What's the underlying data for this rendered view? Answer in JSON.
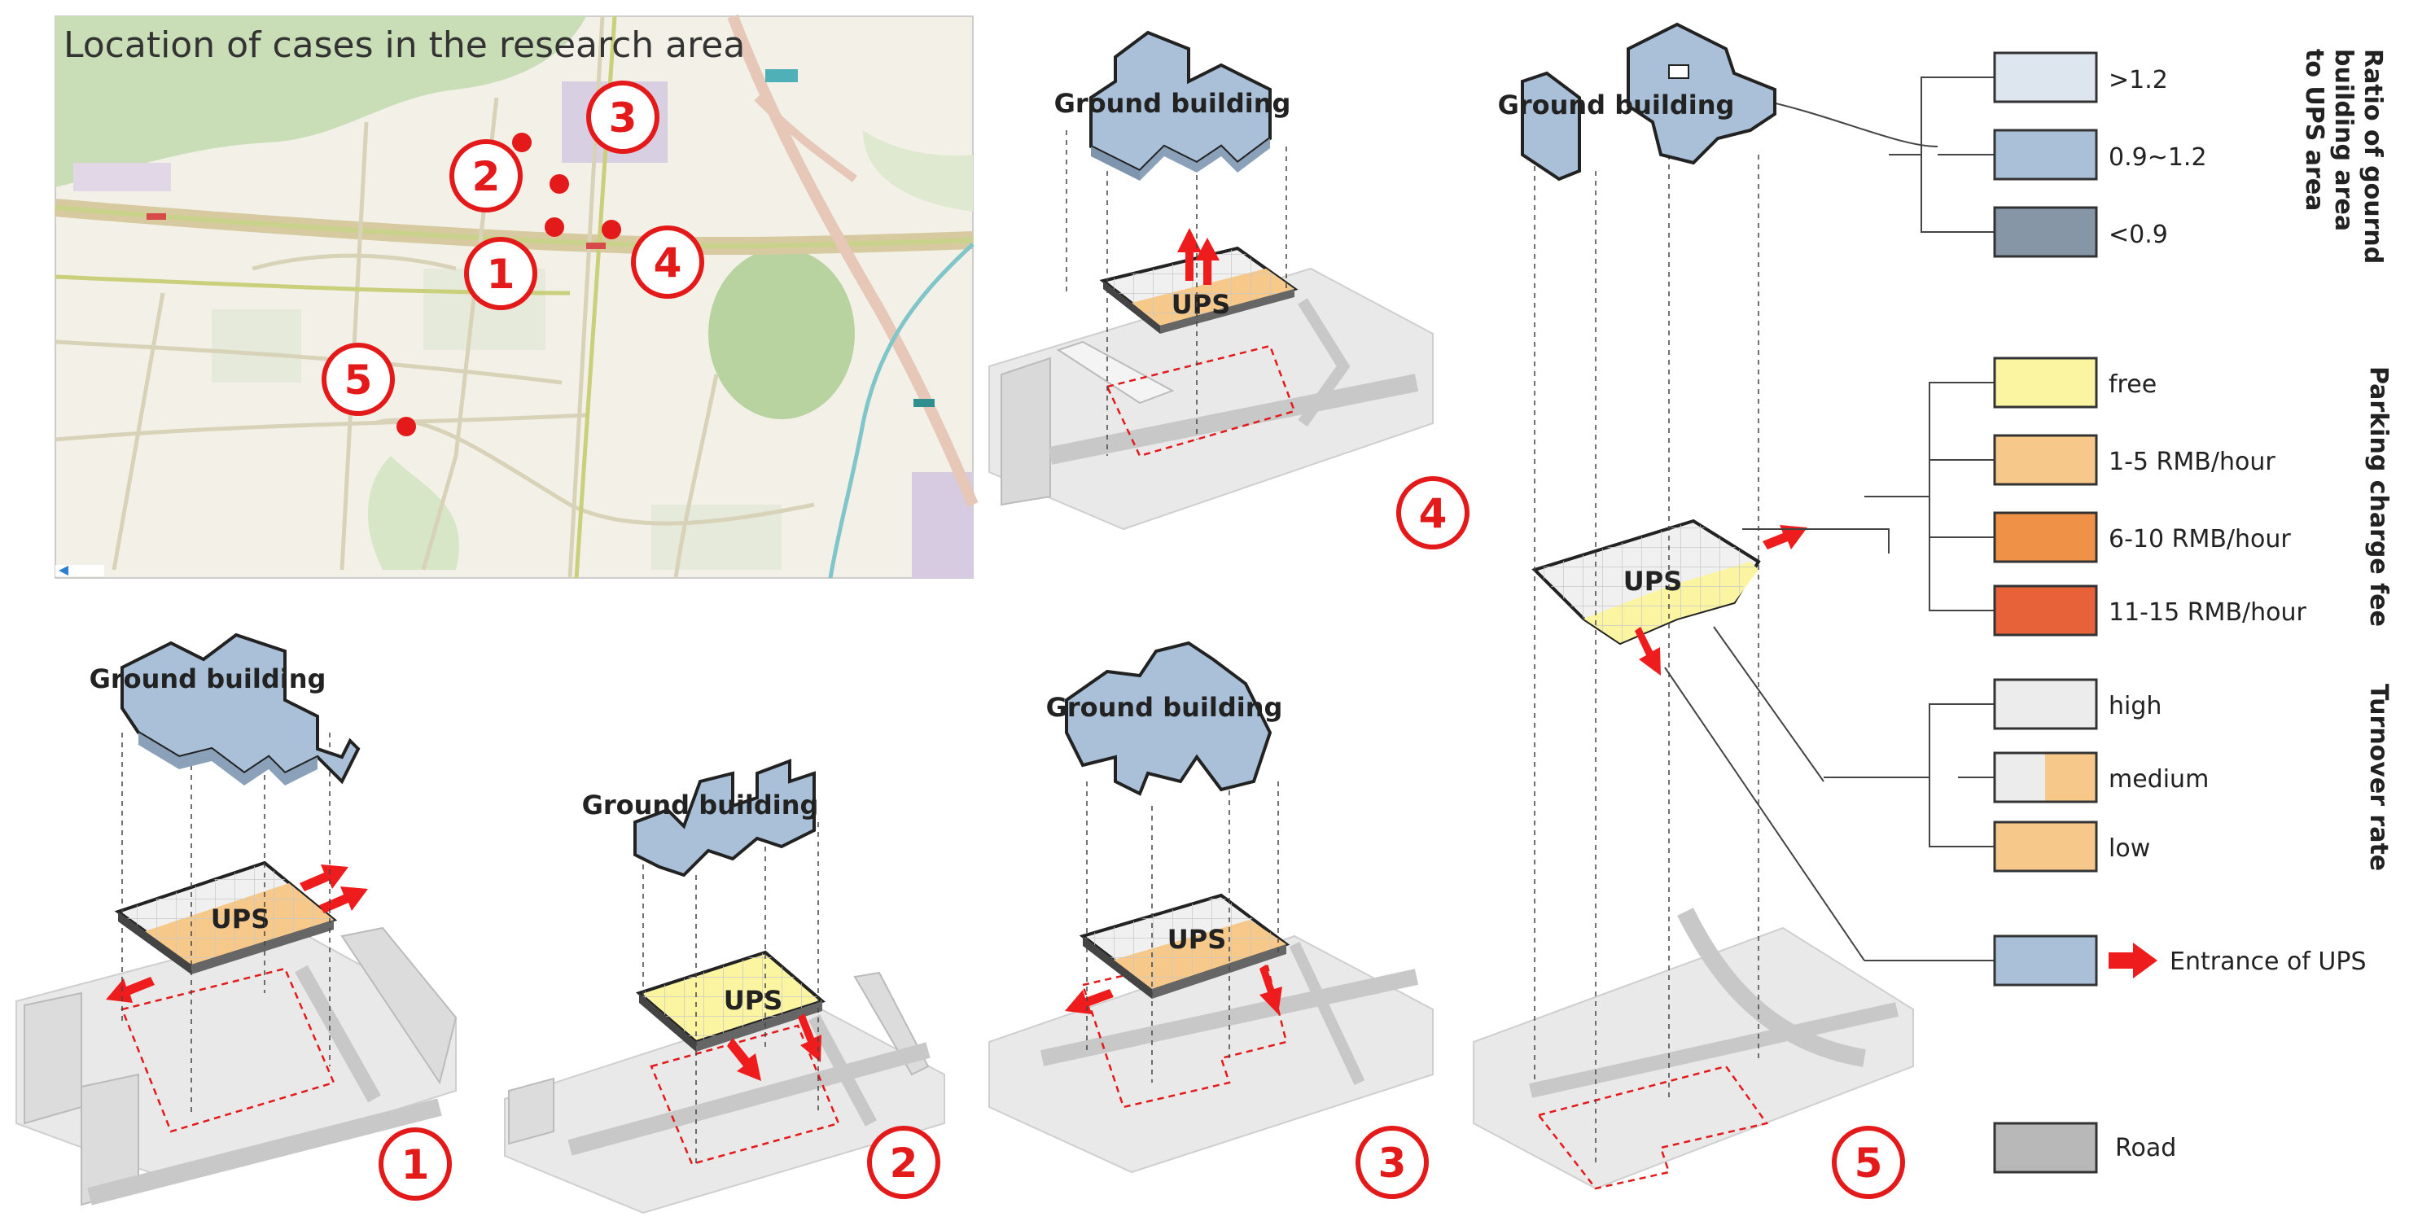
{
  "map": {
    "title": "Location of cases in the research area",
    "markers": [
      "1",
      "2",
      "3",
      "4",
      "5"
    ]
  },
  "cases": [
    {
      "number": "1",
      "ground_label": "Ground building",
      "ups_label": "UPS"
    },
    {
      "number": "2",
      "ground_label": "Ground building",
      "ups_label": "UPS"
    },
    {
      "number": "3",
      "ground_label": "Ground building",
      "ups_label": "UPS"
    },
    {
      "number": "4",
      "ground_label": "Ground building",
      "ups_label": "UPS"
    },
    {
      "number": "5",
      "ground_label": "Ground building",
      "ups_label": "UPS"
    }
  ],
  "legend": {
    "ratio": {
      "title_lines": [
        "Ratio of gournd",
        "building area",
        "to UPS area"
      ],
      "items": [
        {
          "label": ">1.2",
          "color": "#dde6ef"
        },
        {
          "label": "0.9~1.2",
          "color": "#a9c0d8"
        },
        {
          "label": "<0.9",
          "color": "#8696a7"
        }
      ]
    },
    "parking": {
      "title": "Parking charge fee",
      "items": [
        {
          "label": "free",
          "color": "#fbf5a2"
        },
        {
          "label": "1-5 RMB/hour",
          "color": "#f6c889"
        },
        {
          "label": "6-10 RMB/hour",
          "color": "#ef9248"
        },
        {
          "label": "11-15 RMB/hour",
          "color": "#e76238"
        }
      ]
    },
    "turnover": {
      "title": "Turnover rate",
      "items": [
        {
          "label": "high",
          "color": "#ececec"
        },
        {
          "label": "medium",
          "color": "#f6c889"
        },
        {
          "label": "low",
          "color": "#f6c889"
        }
      ]
    },
    "entrance": {
      "label": "Entrance of UPS",
      "color": "#a9c0d8",
      "arrow_color": "#ee1c1c"
    },
    "road": {
      "label": "Road",
      "color": "#b8b8b8"
    }
  }
}
